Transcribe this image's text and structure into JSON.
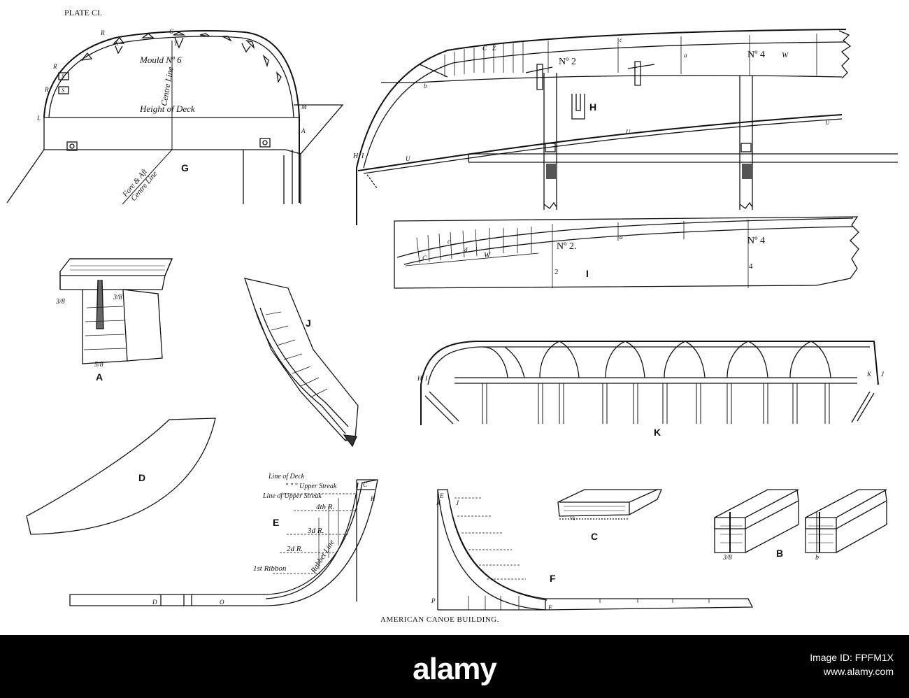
{
  "plate": {
    "number": "PLATE CI.",
    "caption": "AMERICAN CANOE BUILDING."
  },
  "figures": {
    "G": {
      "label": "G",
      "mould": "Mould Nº 6",
      "centre_line": "Centre Line",
      "height_of_deck": "Height of Deck",
      "fore_aft_1": "Fore & Aft",
      "fore_aft_2": "Centre Line",
      "letters": [
        "R",
        "G",
        "S",
        "T",
        "L",
        "M",
        "A",
        "R",
        "R",
        "S",
        "S"
      ]
    },
    "H": {
      "label": "H",
      "stations": [
        "Nº 2",
        "Nº 4"
      ],
      "letters": [
        "H",
        "I",
        "U",
        "U",
        "U",
        "W",
        "C",
        "Z",
        "a",
        "b",
        "c"
      ]
    },
    "I": {
      "label": "I",
      "stations": [
        "Nº 2.",
        "Nº 4"
      ],
      "numbers": [
        "2",
        "4"
      ],
      "letters": [
        "W",
        "C",
        "a",
        "c",
        "d"
      ]
    },
    "A": {
      "label": "A",
      "dims": [
        "3/8",
        "3/8",
        "5/8"
      ]
    },
    "J": {
      "label": "J"
    },
    "K": {
      "label": "K",
      "letters": [
        "H",
        "I",
        "K",
        "J"
      ]
    },
    "D": {
      "label": "D"
    },
    "E": {
      "label": "E",
      "line_of_deck": "Line of Deck",
      "upper_streak": "\" \" \" Upper Streak",
      "line_upper_streak": "Line of Upper Streak",
      "r4": "4th R.",
      "r3": "3d R.",
      "r2": "2d R.",
      "r1": "1st Ribbon",
      "rabbet": "Rabbet Line",
      "letters": [
        "C",
        "H",
        "D",
        "O"
      ]
    },
    "F": {
      "label": "F",
      "letters": [
        "E",
        "K",
        "J",
        "P",
        "F"
      ]
    },
    "C": {
      "label": "C",
      "dim": "¼"
    },
    "B": {
      "label": "B",
      "dims": [
        "3/8",
        "b"
      ]
    }
  },
  "watermark": {
    "brand": "alamy",
    "image_id": "Image ID: FPFM1X",
    "site": "www.alamy.com"
  }
}
